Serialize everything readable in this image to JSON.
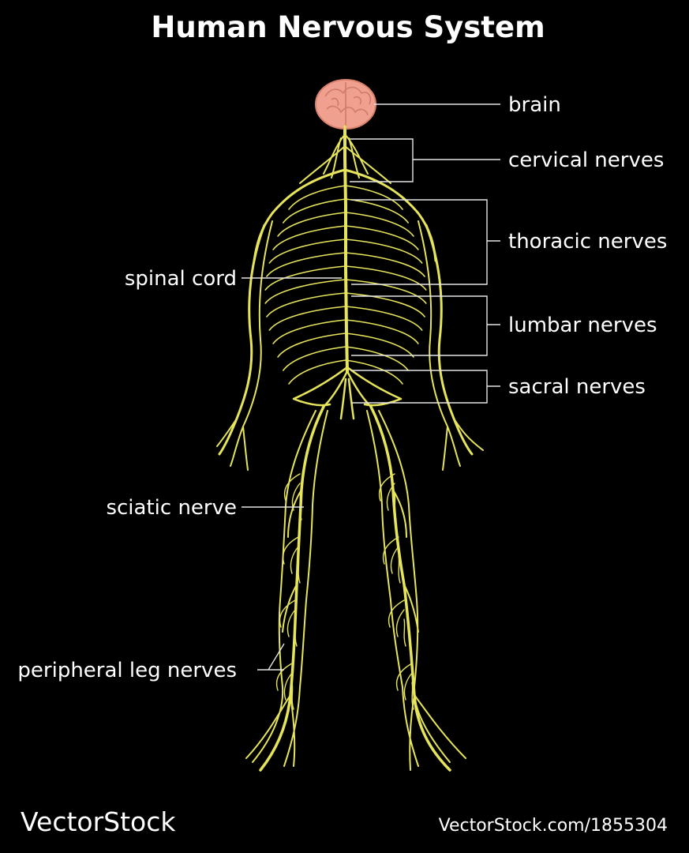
{
  "title": "Human Nervous System",
  "labels": {
    "brain": "brain",
    "cervical": "cervical nerves",
    "thoracic": "thoracic nerves",
    "lumbar": "lumbar nerves",
    "sacral": "sacral nerves",
    "spinal_cord": "spinal cord",
    "sciatic": "sciatic nerve",
    "peripheral_leg": "peripheral leg nerves"
  },
  "watermark": {
    "brand": "VectorStock",
    "url": "VectorStock.com/1855304"
  },
  "colors": {
    "background": "#000000",
    "nerve": "#e6e45a",
    "brain": "#f0a08e",
    "leader_line": "#e6e6e6",
    "text": "#ffffff"
  }
}
